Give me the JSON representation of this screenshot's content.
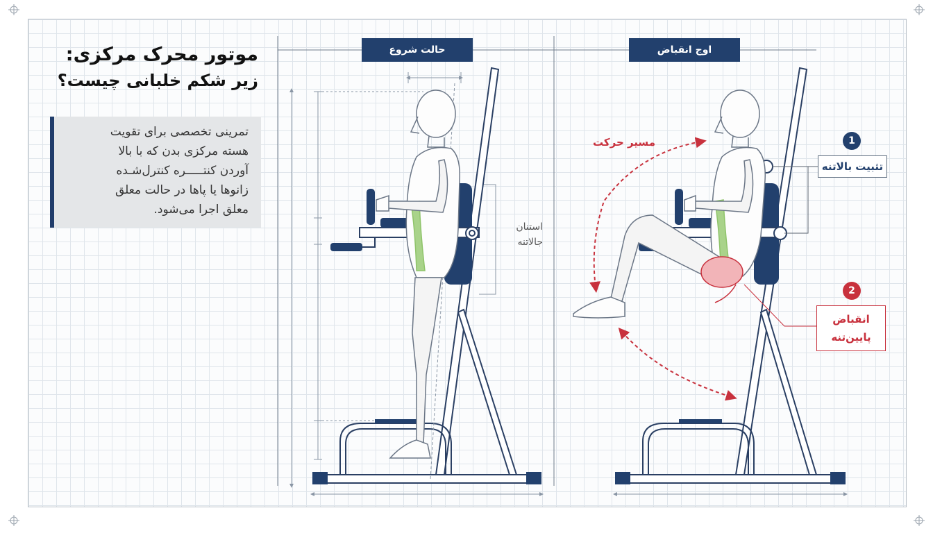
{
  "title": {
    "line1": "موتور محرک مرکزی:",
    "line2": "زیر شکم خلبانی چیست؟"
  },
  "description": {
    "lines": [
      "تمرینی تخصصی برای تقویت",
      "هسته مرکزی بدن که با بالا",
      "آوردن کنتـــــره کنترل‌شـده",
      "زانوها یا پاها در حالت معلق",
      "معلق اجرا می‌شود."
    ]
  },
  "panels": {
    "start": {
      "header": "حالت شروع"
    },
    "peak": {
      "header": "اوج انقباض"
    }
  },
  "labels": {
    "support_line1": "استنان",
    "support_line2": "جالاتنه",
    "motion_path": "مسیر حرکت"
  },
  "callouts": {
    "upper": {
      "number": "1",
      "text": "تثبیت بالاتنه"
    },
    "lower": {
      "number": "2",
      "line1": "انقباض",
      "line2": "پایین‌تنه"
    }
  },
  "colors": {
    "navy": "#22406d",
    "accent_red": "#c8313d",
    "muscle_green": "#8fc46a",
    "frame_stroke": "#2a3f63",
    "grid": "#dfe5eb"
  },
  "icons": {
    "registration_mark": "crosshair-circle-icon"
  }
}
